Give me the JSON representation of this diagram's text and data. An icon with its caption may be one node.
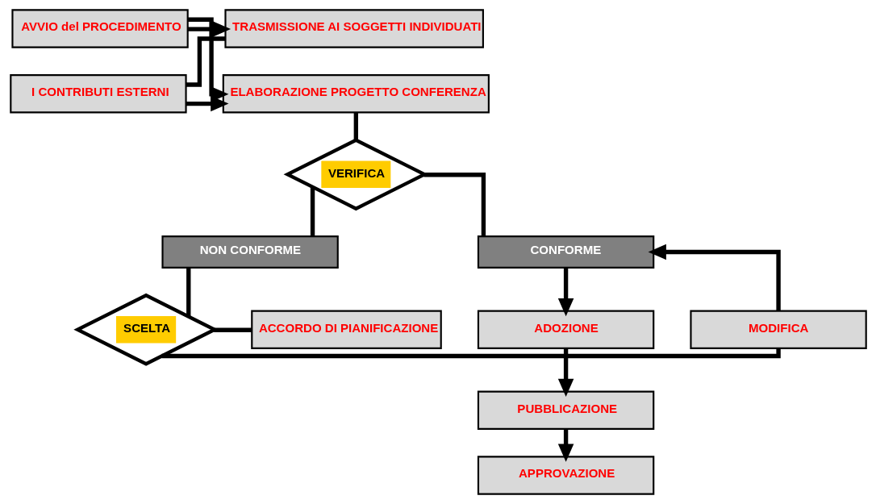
{
  "diagram": {
    "nodes": [
      {
        "text": [
          "AVVIO del PROCEDIMENTO"
        ]
      },
      {
        "text": [
          "TRASMISSIONE AI SOGGETTI INDIVIDUATI"
        ]
      },
      {
        "text": [
          "ELABORAZIONE PROGETTO CONFERENZA"
        ]
      },
      {
        "text": [
          "I CONTRIBUTI ESTERNI"
        ]
      },
      {
        "text": [
          "VERIFICA"
        ]
      },
      {
        "text": [
          "CONFORME"
        ]
      },
      {
        "text": [
          "NON CONFORME"
        ]
      },
      {
        "text": [
          "SCELTA"
        ]
      },
      {
        "text": [
          "MODIFICA"
        ]
      },
      {
        "text": [
          "ACCORDO DI PIANIFICAZIONE"
        ]
      },
      {
        "text": [
          "ADOZIONE"
        ]
      },
      {
        "text": [
          "PUBBLICAZIONE"
        ]
      },
      {
        "text": [
          "APPROVAZIONE"
        ]
      }
    ],
    "edges": [
      {
        "from": 0,
        "to": 1,
        "arrow": "to"
      },
      {
        "from": 0,
        "to": 2,
        "arrow": "to"
      },
      {
        "from": 1,
        "to": 3,
        "arrow": "none"
      },
      {
        "from": 3,
        "to": 2,
        "arrow": "to"
      },
      {
        "from": 2,
        "to": 4,
        "arrow": "none"
      },
      {
        "from": 4,
        "to": 5,
        "arrow": "none"
      },
      {
        "from": 4,
        "to": 6,
        "arrow": "none"
      },
      {
        "from": 6,
        "to": 7,
        "arrow": "none"
      },
      {
        "from": 7,
        "to": 8,
        "arrow": "none"
      },
      {
        "from": 7,
        "to": 9,
        "arrow": "none"
      },
      {
        "from": 8,
        "to": 5,
        "arrow": "to"
      },
      {
        "from": 5,
        "to": 10,
        "arrow": "to"
      },
      {
        "from": 10,
        "to": 11,
        "arrow": "to"
      },
      {
        "from": 11,
        "to": 12,
        "arrow": "to"
      }
    ]
  }
}
